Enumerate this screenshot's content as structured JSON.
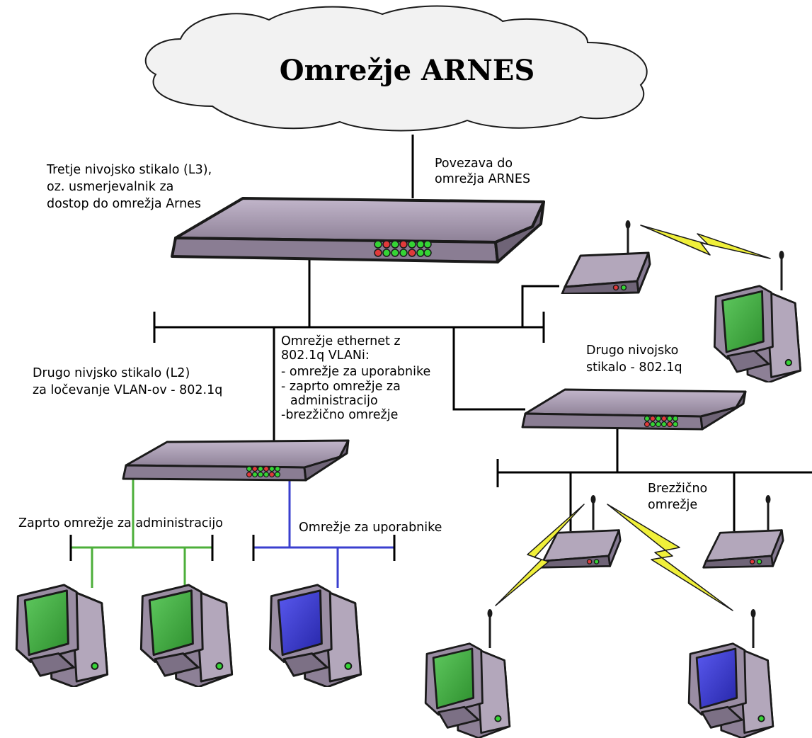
{
  "cloud": {
    "title": "Omrežje ARNES"
  },
  "labels": {
    "l3_switch": [
      "Tretje nivojsko stikalo (L3),",
      "oz. usmerjevalnik za",
      "dostop do omrežja Arnes"
    ],
    "uplink": [
      "Povezava do",
      "omrežja ARNES"
    ],
    "ethernet": [
      "Omrežje ethernet z",
      "802.1q VLANi:",
      "- omrežje za uporabnike",
      "- zaprto omrežje za",
      "  administracijo",
      "-brezžično omrežje"
    ],
    "l2_switch_left": [
      "Drugo nivjsko stikalo (L2)",
      "za ločevanje VLAN-ov - 802.1q"
    ],
    "l2_switch_right": [
      "Drugo nivojsko",
      "stikalo - 802.1q"
    ],
    "wireless": [
      "Brezžično",
      "omrežje"
    ],
    "admin_net": "Zaprto omrežje za administracijo",
    "user_net": "Omrežje za uporabnike"
  },
  "colors": {
    "device_body": "#a598ae",
    "device_dark": "#6f6477",
    "outline": "#1a1a1a",
    "link": "#000000",
    "admin_vlan": "#4caf3a",
    "user_vlan": "#3a3fcf",
    "screen_green": "#3fae3f",
    "screen_blue": "#3a3ad6",
    "led_green": "#35d435",
    "led_red": "#e03a3a",
    "lightning": "#f0f03a"
  }
}
